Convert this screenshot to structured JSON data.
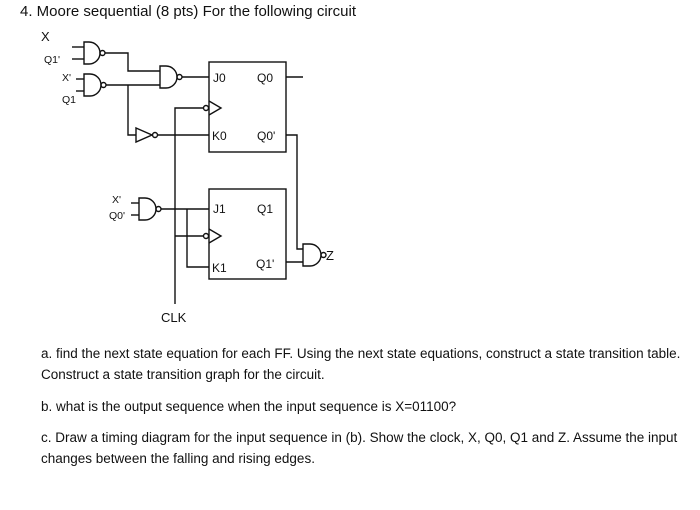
{
  "title": "4. Moore sequential (8 pts) For the following circuit",
  "circuit": {
    "inputs": {
      "gate1_a": "X",
      "gate1_b": "Q1'",
      "gate2_a": "X'",
      "gate2_b": "Q1",
      "gate3_a": "X'",
      "gate3_b": "Q0'"
    },
    "ff0": {
      "j": "J0",
      "k": "K0",
      "q": "Q0",
      "qn": "Q0'"
    },
    "ff1": {
      "j": "J1",
      "k": "K1",
      "q": "Q1",
      "qn": "Q1'"
    },
    "clock_label": "CLK",
    "output_label": "Z"
  },
  "questions": {
    "a": "a. find the next state equation for each FF. Using the next state equations, construct a state transition table. Construct a state transition graph for the circuit.",
    "b": "b. what is the output sequence when the input sequence is X=01100?",
    "c": "c. Draw a timing diagram for the input sequence in (b). Show the clock, X, Q0, Q1 and Z. Assume the input changes between the falling and rising edges."
  }
}
